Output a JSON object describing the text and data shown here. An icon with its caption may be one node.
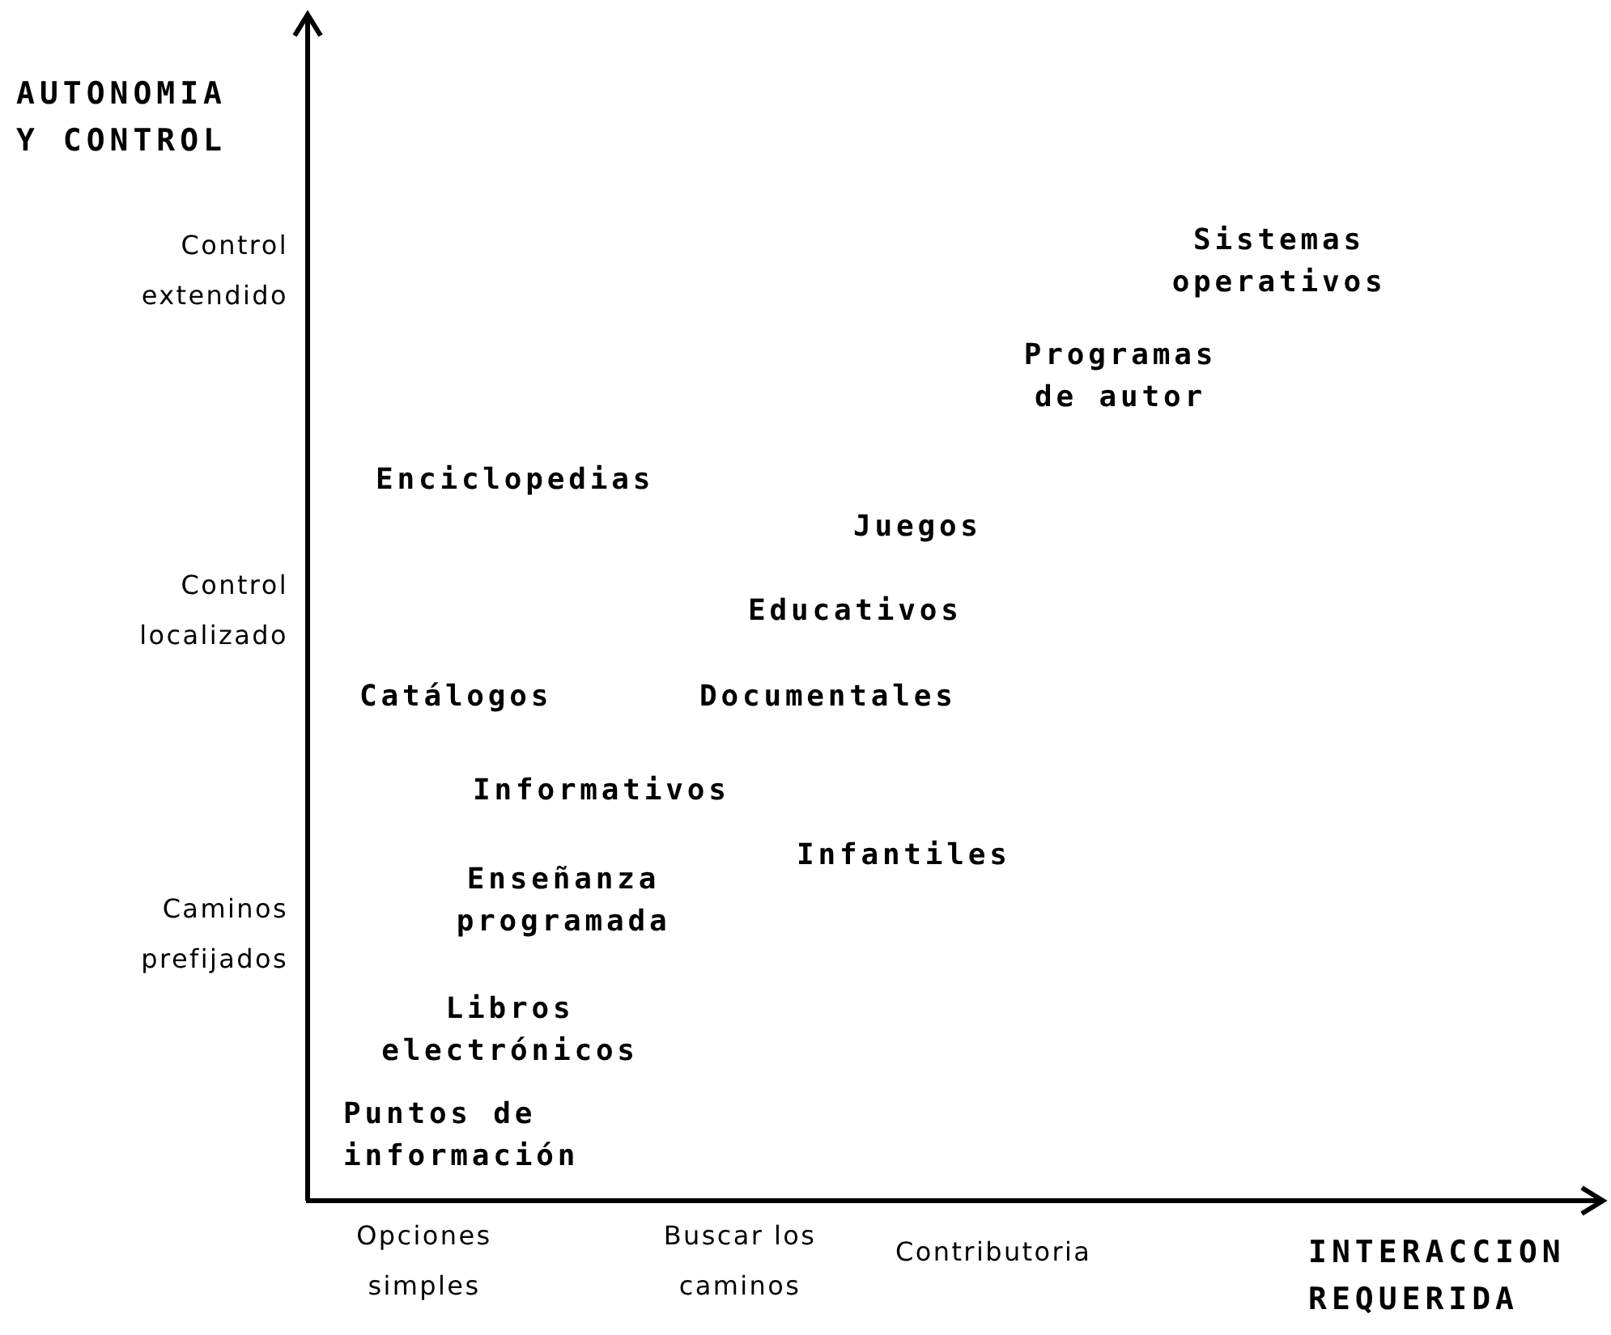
{
  "diagram": {
    "labels": [
      "AUTONOMIA Y CONTROL",
      "Control extendido",
      "Sistemas operativos",
      "Programas de autor",
      "Enciclopedias",
      "Juegos",
      "Control localizado",
      "Educativos",
      "Catálogos",
      "Documentales",
      "Informativos",
      "Infantiles",
      "Caminos prefijados",
      "Enseñanza programada",
      "Libros electrónicos",
      "Puntos de información",
      "Opciones simples",
      "Buscar los caminos",
      "Contributoria",
      "INTERACCION REQUERIDA"
    ]
  }
}
